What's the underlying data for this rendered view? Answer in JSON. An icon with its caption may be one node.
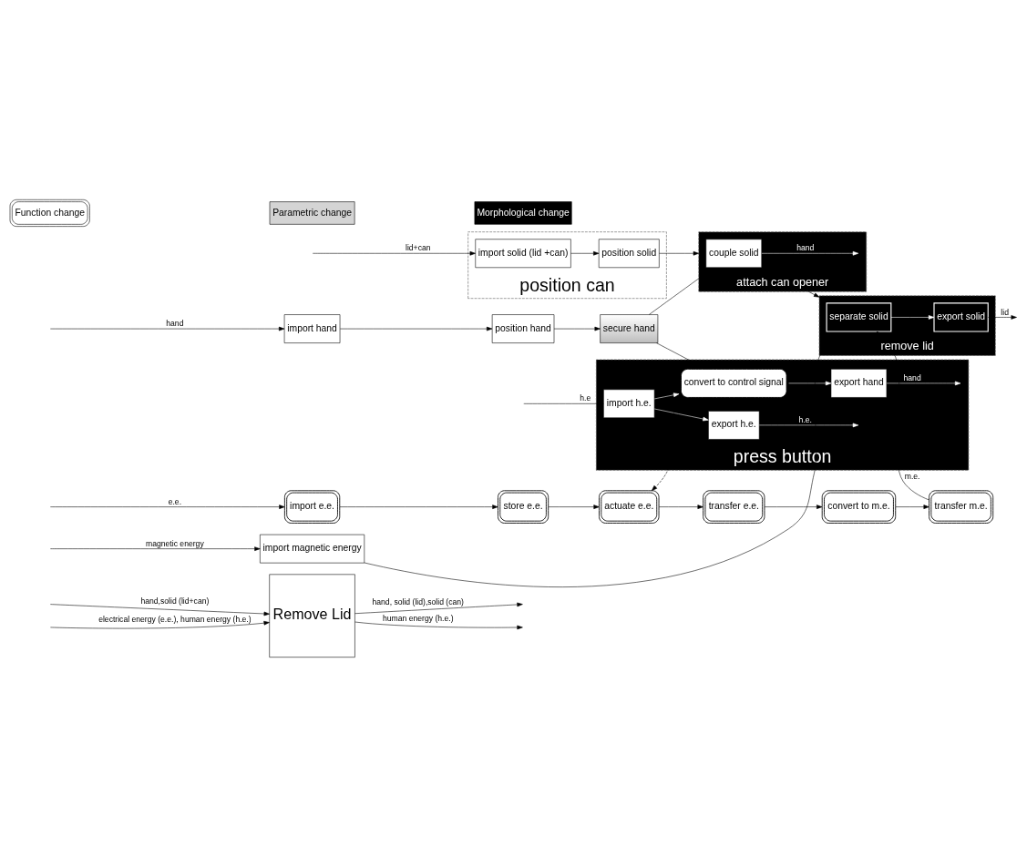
{
  "diagram": {
    "nodes": [
      {
        "text": [
          "Remove Lid"
        ]
      },
      {
        "text": [
          "press button"
        ]
      },
      {
        "text": [
          "import h.e."
        ],
        "in": 1
      },
      {
        "text": [
          "export h.e."
        ],
        "in": 1
      },
      {
        "text": [
          "convert to control signal"
        ],
        "in": 1
      },
      {
        "text": [
          "export hand"
        ],
        "in": 1
      },
      {
        "text": [
          "import hand"
        ]
      },
      {
        "text": [
          "position hand"
        ]
      },
      {
        "text": [
          "secure hand"
        ]
      },
      {
        "text": [
          "import e.e."
        ]
      },
      {
        "text": [
          "store e.e."
        ]
      },
      {
        "text": [
          "actuate e.e."
        ]
      },
      {
        "text": [
          "transfer e.e."
        ]
      },
      {
        "text": [
          "convert to m.e."
        ]
      },
      {
        "text": [
          "transfer m.e."
        ]
      },
      {
        "text": [
          "position can"
        ]
      },
      {
        "text": [
          "import solid (lid +can)"
        ],
        "in": 15
      },
      {
        "text": [
          "position solid"
        ],
        "in": 15
      },
      {
        "text": [
          "attach can opener"
        ]
      },
      {
        "text": [
          "couple solid"
        ],
        "in": 18
      },
      {
        "text": [
          "remove lid"
        ]
      },
      {
        "text": [
          "separate solid"
        ],
        "in": 20
      },
      {
        "text": [
          "export solid"
        ],
        "in": 20
      },
      {
        "text": [
          "import magnetic energy"
        ]
      }
    ],
    "edges": [
      {
        "from": null,
        "to": 0,
        "arrow": "to",
        "label": "hand,solid (lid+can)"
      },
      {
        "from": null,
        "to": 0,
        "arrow": "to",
        "label": "electrical energy (e.e.), human energy (h.e.)"
      },
      {
        "from": 0,
        "to": null,
        "arrow": "to",
        "label": "hand, solid (lid),solid (can)"
      },
      {
        "from": 0,
        "to": null,
        "arrow": "to",
        "label": "human energy (h.e.)"
      },
      {
        "from": null,
        "to": 6,
        "arrow": "to",
        "label": "hand"
      },
      {
        "from": 6,
        "to": 7,
        "arrow": "to"
      },
      {
        "from": 7,
        "to": 8,
        "arrow": "to"
      },
      {
        "from": 8,
        "to": 4,
        "arrow": "none"
      },
      {
        "from": null,
        "to": 2,
        "arrow": "none",
        "label": "h.e"
      },
      {
        "from": 2,
        "to": 3,
        "arrow": "to",
        "color": "#ffffff"
      },
      {
        "from": 3,
        "to": null,
        "arrow": "to",
        "label": "h.e.",
        "color": "#ffffff"
      },
      {
        "from": 2,
        "to": 4,
        "arrow": "to",
        "color": "#ffffff"
      },
      {
        "from": 4,
        "to": 5,
        "arrow": "to",
        "color": "#ffffff"
      },
      {
        "from": 5,
        "to": null,
        "arrow": "to",
        "label": "hand",
        "color": "#ffffff"
      },
      {
        "from": 4,
        "to": 11,
        "arrow": "to",
        "style": "dashed"
      },
      {
        "from": null,
        "to": 9,
        "arrow": "to",
        "label": "e.e."
      },
      {
        "from": 9,
        "to": 10,
        "arrow": "to"
      },
      {
        "from": 10,
        "to": 11,
        "arrow": "to"
      },
      {
        "from": 11,
        "to": 12,
        "arrow": "to"
      },
      {
        "from": 12,
        "to": 13,
        "arrow": "to"
      },
      {
        "from": 13,
        "to": 14,
        "arrow": "to"
      },
      {
        "from": 14,
        "to": 21,
        "arrow": "to",
        "label": "m.e."
      },
      {
        "from": 8,
        "to": 18,
        "arrow": "none"
      },
      {
        "from": null,
        "to": 16,
        "arrow": "to",
        "label": "lid+can"
      },
      {
        "from": 16,
        "to": 17,
        "arrow": "to"
      },
      {
        "from": 17,
        "to": 18,
        "arrow": "to"
      },
      {
        "from": 19,
        "to": null,
        "arrow": "to",
        "label": "hand",
        "color": "#ffffff"
      },
      {
        "from": 18,
        "to": 20,
        "arrow": "to"
      },
      {
        "from": 21,
        "to": 22,
        "arrow": "to",
        "color": "#ffffff"
      },
      {
        "from": 22,
        "to": null,
        "arrow": "to",
        "label": "lid"
      },
      {
        "from": null,
        "to": 23,
        "arrow": "to",
        "label": "magnetic energy"
      },
      {
        "from": 23,
        "to": 20,
        "arrow": "none"
      }
    ],
    "legend": [
      {
        "text": "Function change"
      },
      {
        "text": "Parametric change",
        "color": "#d4d4d4"
      },
      {
        "text": "Morphological change",
        "color": "#000000"
      }
    ]
  }
}
